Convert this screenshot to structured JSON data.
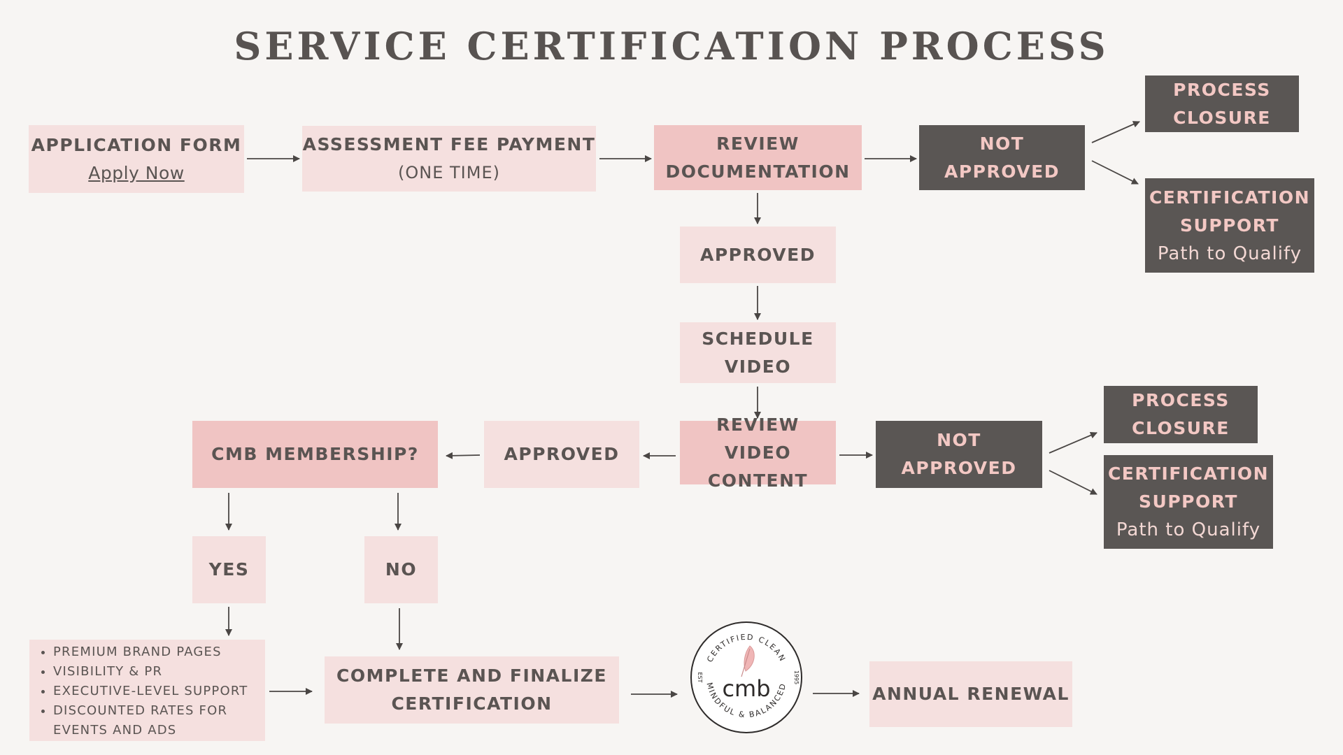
{
  "title": "SERVICE CERTIFICATION PROCESS",
  "nodes": {
    "application": {
      "label": "APPLICATION FORM",
      "link": "Apply Now"
    },
    "fee": {
      "label": "ASSESSMENT FEE PAYMENT",
      "sub": "(ONE TIME)"
    },
    "review_docs": {
      "line1": "REVIEW",
      "line2": "DOCUMENTATION"
    },
    "not_approved_1": {
      "label": "NOT APPROVED"
    },
    "closure_1": {
      "line1": "PROCESS",
      "line2": "CLOSURE"
    },
    "support_1": {
      "line1": "CERTIFICATION",
      "line2": "SUPPORT",
      "sub": "Path to Qualify"
    },
    "approved_1": {
      "label": "APPROVED"
    },
    "schedule_video": {
      "line1": "SCHEDULE",
      "line2": "VIDEO"
    },
    "review_video": {
      "line1": "REVIEW",
      "line2": "VIDEO CONTENT"
    },
    "not_approved_2": {
      "label": "NOT APPROVED"
    },
    "closure_2": {
      "line1": "PROCESS",
      "line2": "CLOSURE"
    },
    "support_2": {
      "line1": "CERTIFICATION",
      "line2": "SUPPORT",
      "sub": "Path to Qualify"
    },
    "approved_2": {
      "label": "APPROVED"
    },
    "membership": {
      "label": "CMB MEMBERSHIP?"
    },
    "yes": {
      "label": "YES"
    },
    "no": {
      "label": "NO"
    },
    "benefits": [
      "PREMIUM BRAND PAGES",
      "VISIBILITY & PR",
      "EXECUTIVE-LEVEL SUPPORT",
      "DISCOUNTED RATES FOR EVENTS AND ADS"
    ],
    "finalize": {
      "line1": "COMPLETE AND FINALIZE",
      "line2": "CERTIFICATION"
    },
    "renewal": {
      "label": "ANNUAL RENEWAL"
    }
  },
  "logo": {
    "center": "cmb",
    "top": "CERTIFIED CLEAN",
    "bottom": "MINDFUL & BALANCED",
    "left": "EST",
    "right": "1995"
  },
  "colors": {
    "background": "#f7f5f3",
    "light_box": "#f5e0df",
    "mid_box": "#f0c4c3",
    "dark_box": "#5a5654",
    "dark_text": "#5a5452",
    "accent_text": "#f3c8c4"
  }
}
